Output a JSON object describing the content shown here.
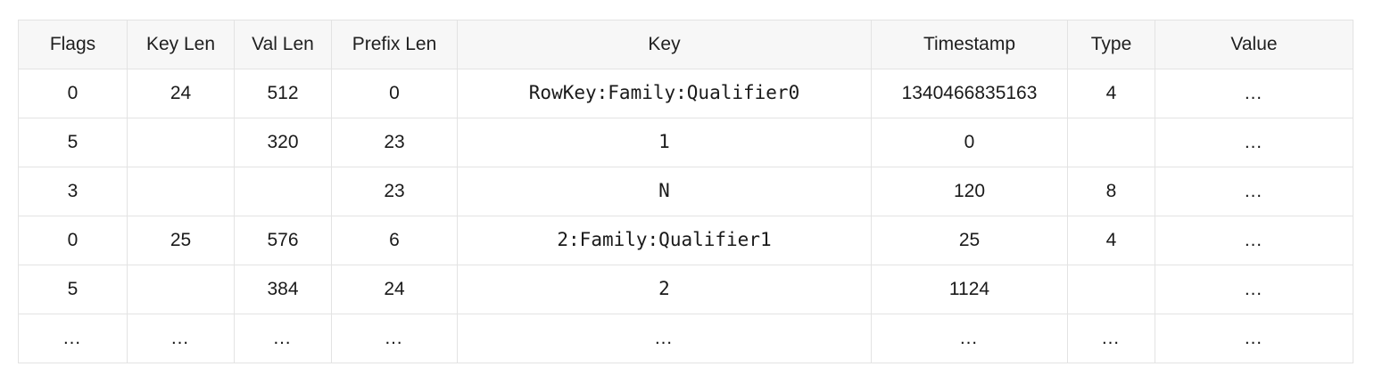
{
  "table": {
    "columns": [
      {
        "key": "flags",
        "label": "Flags"
      },
      {
        "key": "key_len",
        "label": "Key Len"
      },
      {
        "key": "val_len",
        "label": "Val Len"
      },
      {
        "key": "prefix_len",
        "label": "Prefix Len"
      },
      {
        "key": "key",
        "label": "Key"
      },
      {
        "key": "timestamp",
        "label": "Timestamp"
      },
      {
        "key": "type",
        "label": "Type"
      },
      {
        "key": "value",
        "label": "Value"
      }
    ],
    "ellipsis": "…",
    "rows": [
      {
        "flags": "0",
        "key_len": "24",
        "val_len": "512",
        "prefix_len": "0",
        "key": "RowKey:Family:Qualifier0",
        "timestamp": "1340466835163",
        "type": "4",
        "value": "…"
      },
      {
        "flags": "5",
        "key_len": "",
        "val_len": "320",
        "prefix_len": "23",
        "key": "1",
        "timestamp": "0",
        "type": "",
        "value": "…"
      },
      {
        "flags": "3",
        "key_len": "",
        "val_len": "",
        "prefix_len": "23",
        "key": "N",
        "timestamp": "120",
        "type": "8",
        "value": "…"
      },
      {
        "flags": "0",
        "key_len": "25",
        "val_len": "576",
        "prefix_len": "6",
        "key": "2:Family:Qualifier1",
        "timestamp": "25",
        "type": "4",
        "value": "…"
      },
      {
        "flags": "5",
        "key_len": "",
        "val_len": "384",
        "prefix_len": "24",
        "key": "2",
        "timestamp": "1124",
        "type": "",
        "value": "…"
      },
      {
        "flags": "…",
        "key_len": "…",
        "val_len": "…",
        "prefix_len": "…",
        "key": "…",
        "timestamp": "…",
        "type": "…",
        "value": "…"
      }
    ],
    "colors": {
      "header_background": "#f7f7f7",
      "border": "#e3e3e3",
      "empty_cell_background": "#f5f5f5",
      "text": "#1a1a1a",
      "page_background": "#ffffff"
    }
  }
}
